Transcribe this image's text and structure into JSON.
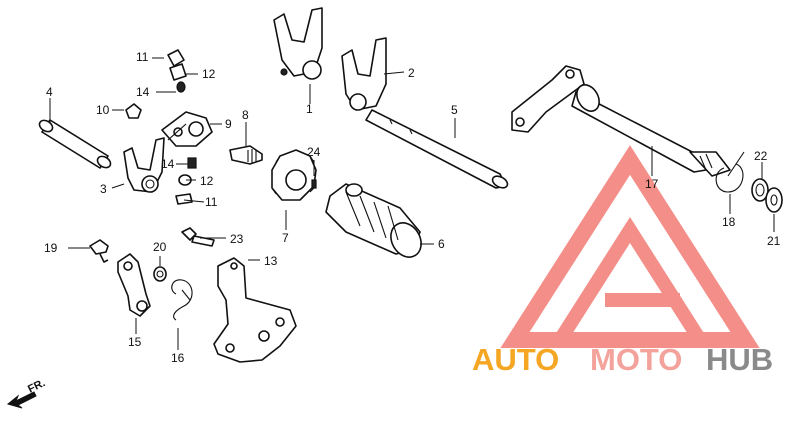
{
  "callouts": [
    "1",
    "2",
    "3",
    "4",
    "5",
    "6",
    "7",
    "8",
    "9",
    "10",
    "11",
    "12",
    "13",
    "14",
    "15",
    "16",
    "17",
    "18",
    "19",
    "20",
    "21",
    "22",
    "23",
    "24",
    "11",
    "12",
    "14"
  ],
  "direction_label": "FR.",
  "watermark": {
    "part1": "AUTO",
    "part2": "MOTO",
    "part3": "HUB",
    "colors": {
      "auto": "#f5a623",
      "moto": "#f3a39c",
      "hub": "#8a8a8a",
      "triangle": "#f37b74"
    }
  }
}
